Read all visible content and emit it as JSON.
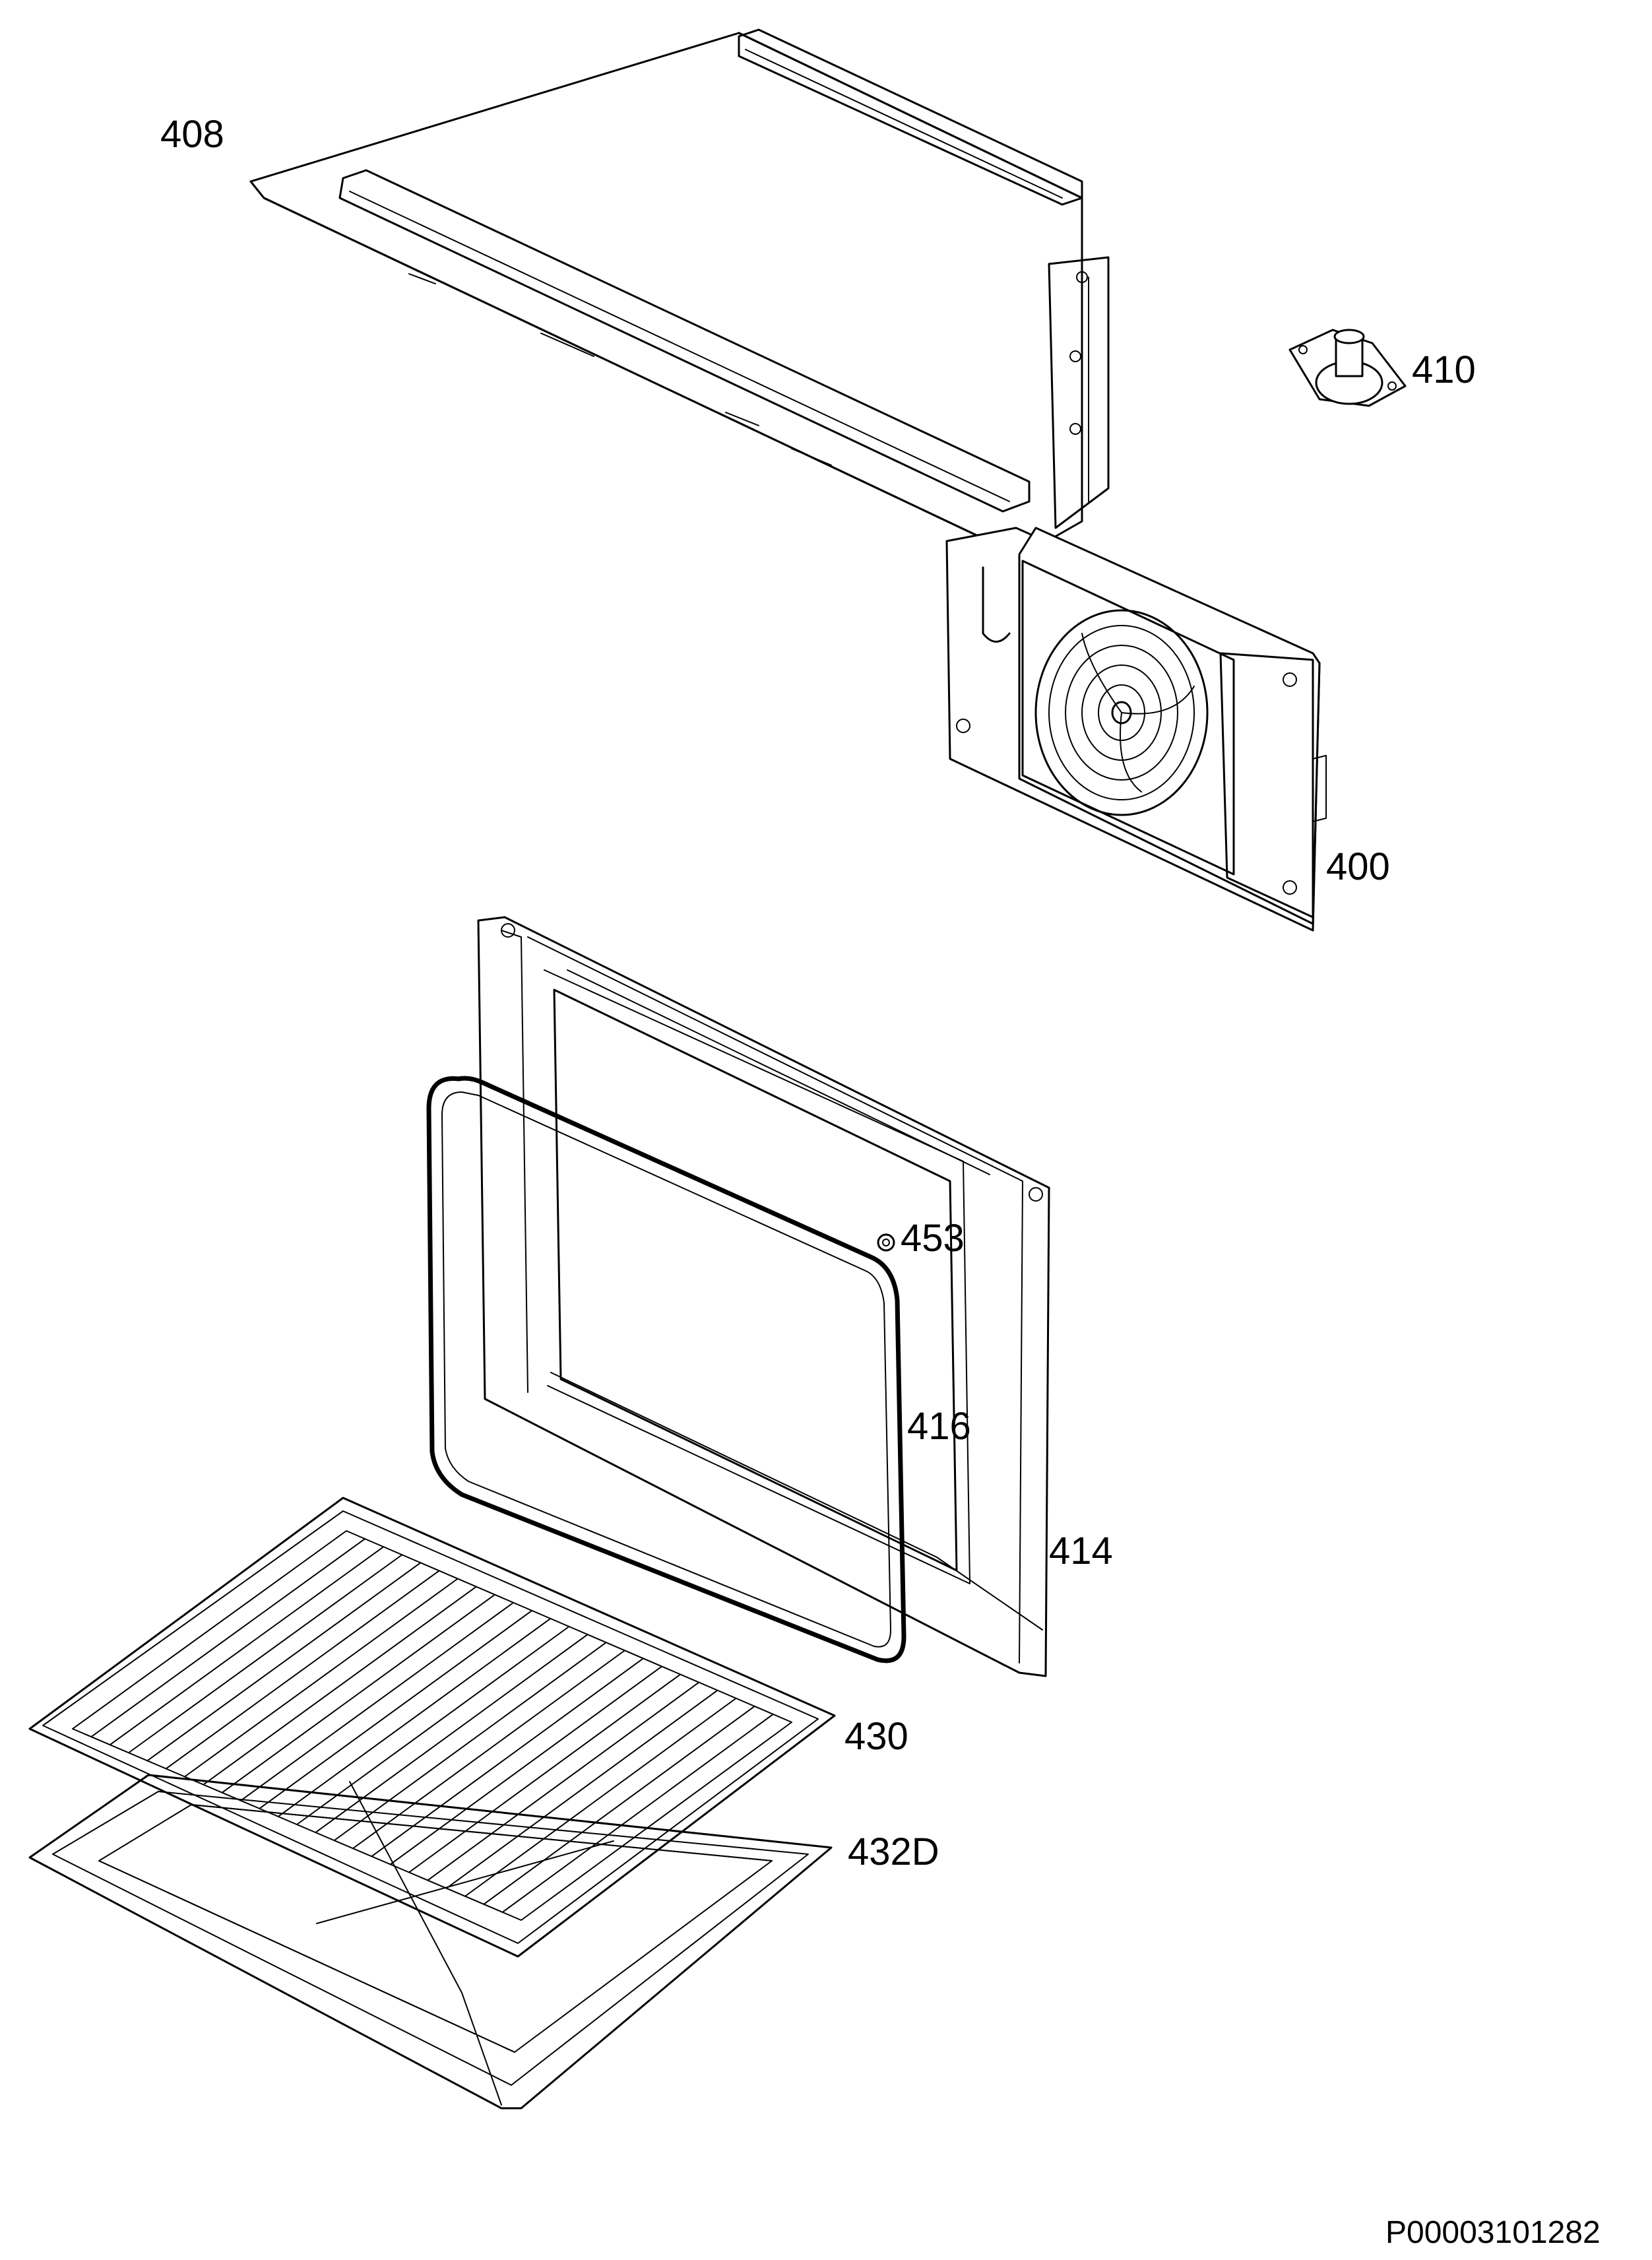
{
  "labels": {
    "p408": "408",
    "p410": "410",
    "p400": "400",
    "p453": "453",
    "p416": "416",
    "p414": "414",
    "p430": "430",
    "p432d": "432D"
  },
  "document_id": "P00003101282",
  "colors": {
    "line": "#000000",
    "background": "#ffffff"
  }
}
